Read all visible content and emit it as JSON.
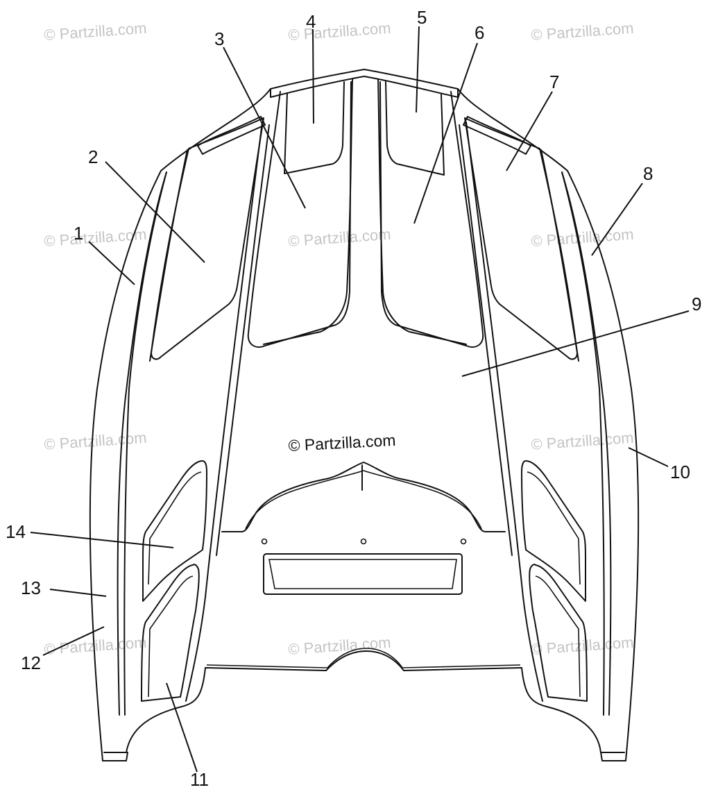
{
  "watermark": "© Partzilla.com",
  "center_credit": "© Partzilla.com",
  "callouts": [
    "1",
    "2",
    "3",
    "4",
    "5",
    "6",
    "7",
    "8",
    "9",
    "10",
    "11",
    "12",
    "13",
    "14"
  ]
}
